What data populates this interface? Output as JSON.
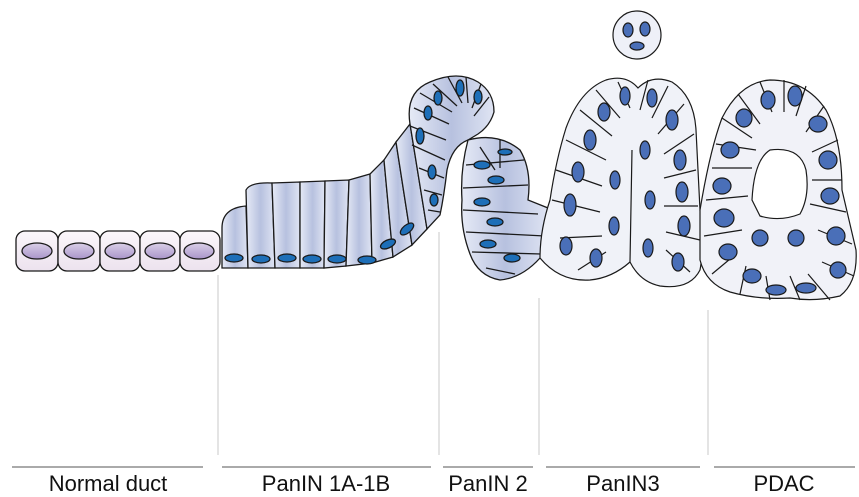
{
  "colors": {
    "normal_cell_fill": "#f3ecf3",
    "normal_nucleus_fill": "#c8b8dc",
    "lesion_cell_fill": "#b9c3e0",
    "lesion_cell_fill_light": "#e8ecf7",
    "late_cell_fill": "#f2f3f8",
    "nucleus_fill": "#1e6fb8",
    "late_nucleus_fill": "#4a6fb8",
    "outline": "#1a1a1a",
    "divider": "#c8c8c8"
  },
  "stages": [
    {
      "id": "normal-duct",
      "label": "Normal duct"
    },
    {
      "id": "panin-1a-1b",
      "label": "PanIN 1A-1B"
    },
    {
      "id": "panin-2",
      "label": "PanIN 2"
    },
    {
      "id": "panin-3",
      "label": "PanIN3"
    },
    {
      "id": "pdac",
      "label": "PDAC"
    }
  ]
}
